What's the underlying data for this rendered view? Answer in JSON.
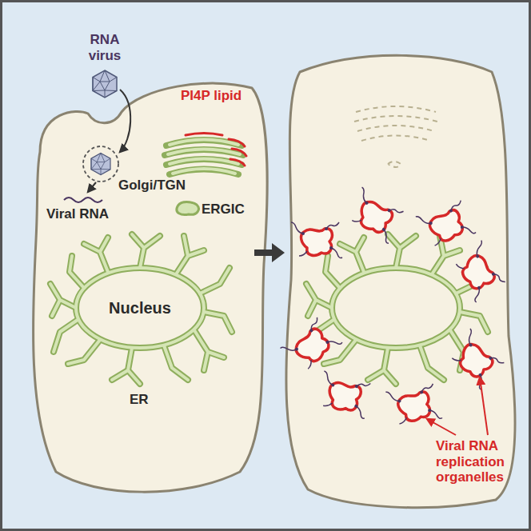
{
  "diagram": {
    "nodes": [
      {
        "text": [
          "Nucleus"
        ]
      }
    ],
    "labels": [
      "RNA virus",
      "PI4P lipid",
      "Golgi/TGN",
      "ERGIC",
      "Viral RNA",
      "ER",
      "Viral RNA replication organelles"
    ]
  }
}
